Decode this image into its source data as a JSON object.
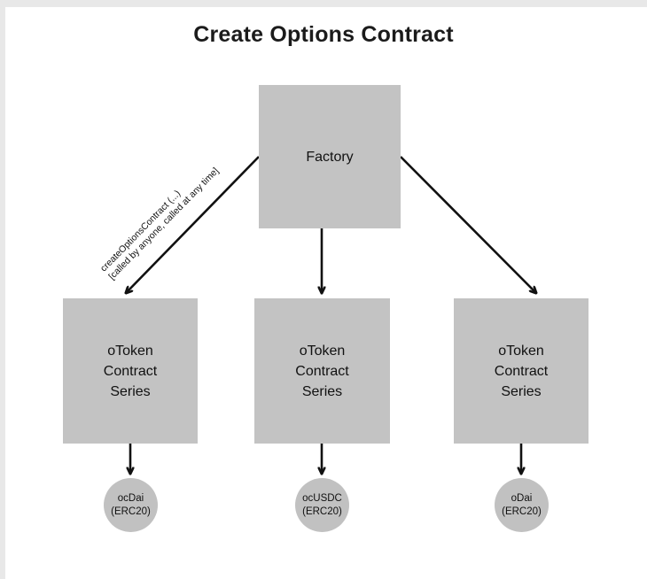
{
  "diagram": {
    "title": "Create Options Contract",
    "type": "flowchart",
    "background_color": "#ffffff",
    "node_fill_color": "#c3c3c3",
    "circle_fill_color": "#c1c1c1",
    "edge_color": "#111111",
    "nodes": {
      "factory": {
        "label": "Factory"
      },
      "series_left": {
        "label": "oToken\nContract\nSeries"
      },
      "series_middle": {
        "label": "oToken\nContract\nSeries"
      },
      "series_right": {
        "label": "oToken\nContract\nSeries"
      },
      "token_left": {
        "label": "ocDai\n(ERC20)"
      },
      "token_middle": {
        "label": "ocUSDC\n(ERC20)"
      },
      "token_right": {
        "label": "oDai\n(ERC20)"
      }
    },
    "edges": {
      "factory_to_left": {
        "label": "createOptionsContract (...)\n[called by anyone, called at any time]"
      }
    }
  }
}
